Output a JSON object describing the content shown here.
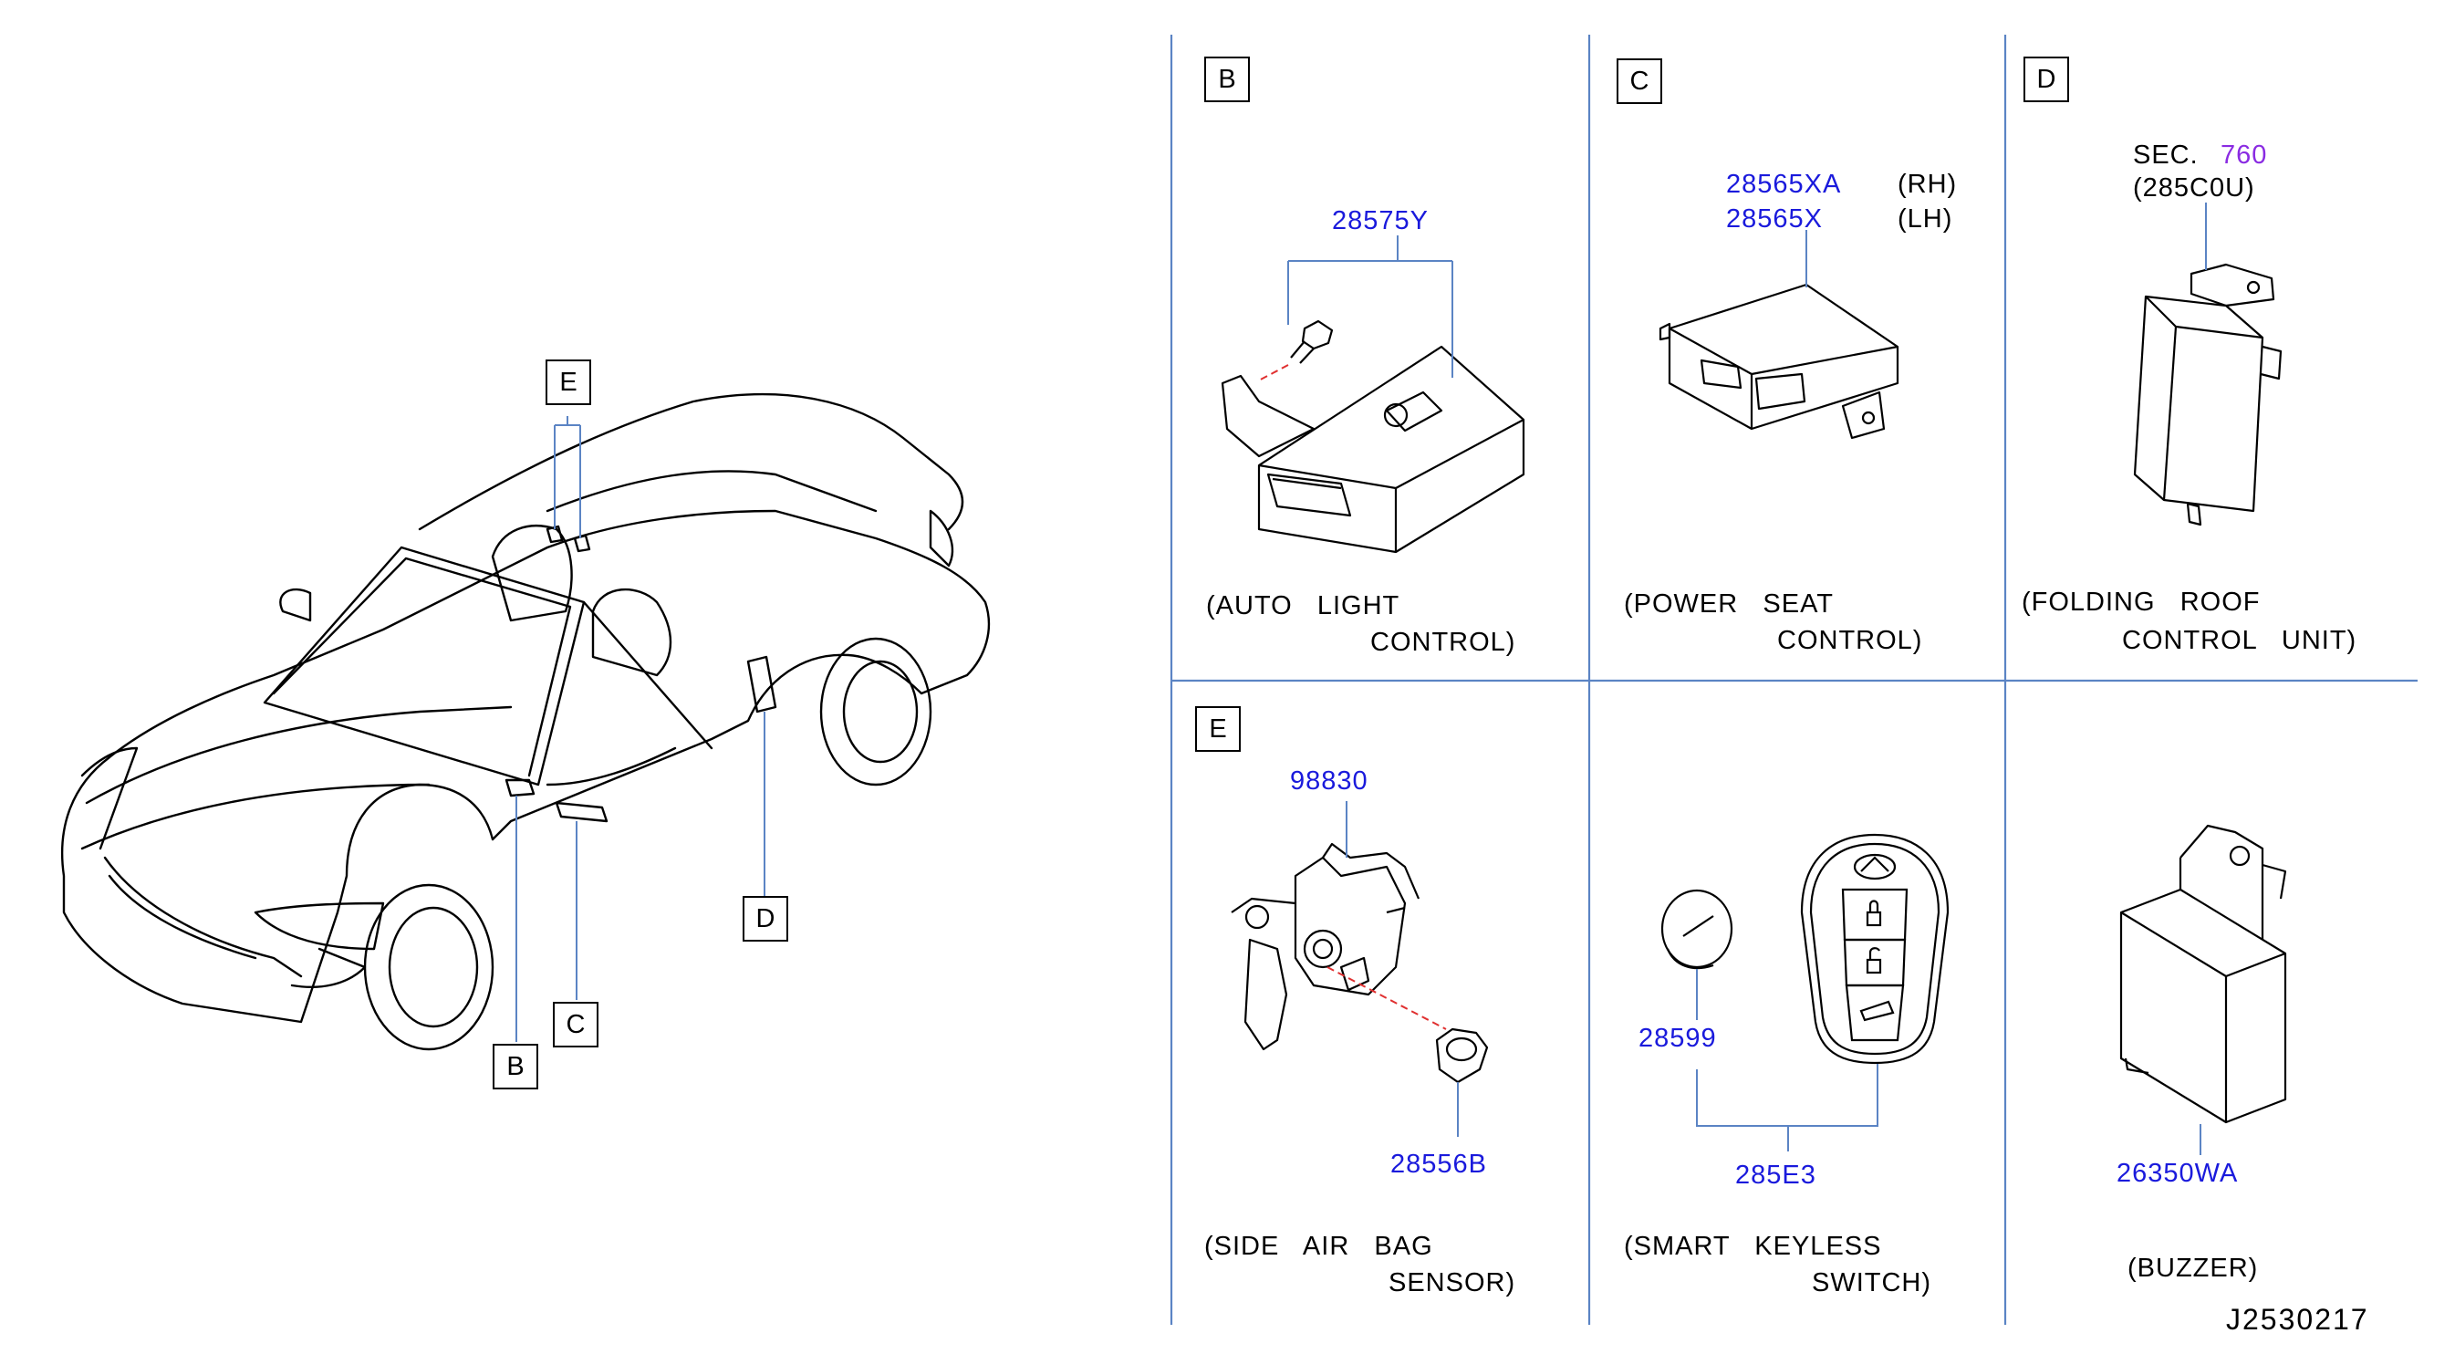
{
  "overview": {
    "callouts": {
      "E": "E",
      "D": "D",
      "C": "C",
      "B": "B"
    }
  },
  "panels": {
    "B": {
      "label": "B",
      "part": "28575Y",
      "caption_1": "(AUTO   LIGHT",
      "caption_2": "CONTROL)"
    },
    "C": {
      "label": "C",
      "part_rh": "28565XA",
      "side_rh": "(RH)",
      "part_lh": "28565X",
      "side_lh": "(LH)",
      "caption_1": "(POWER   SEAT",
      "caption_2": "CONTROL)"
    },
    "D": {
      "label": "D",
      "sec_prefix": "SEC.",
      "sec_number": "760",
      "sec_code": "(285C0U)",
      "caption_1": "(FOLDING   ROOF",
      "caption_2": "CONTROL   UNIT)"
    },
    "E": {
      "label": "E",
      "part_sensor": "98830",
      "part_nut": "28556B",
      "caption_1": "(SIDE   AIR   BAG",
      "caption_2": "SENSOR)"
    },
    "keyless": {
      "part_battery": "28599",
      "part_assembly": "285E3",
      "caption_1": "(SMART   KEYLESS",
      "caption_2": "SWITCH)"
    },
    "buzzer": {
      "part": "26350WA",
      "caption": "(BUZZER)"
    }
  },
  "diagram_id": "J2530217",
  "colors": {
    "part_number": "#1a1adc",
    "section_ref": "#8a2be2",
    "grid_line": "#5b84c4",
    "leader": "#5b84c4",
    "dash_red": "#e03030"
  }
}
